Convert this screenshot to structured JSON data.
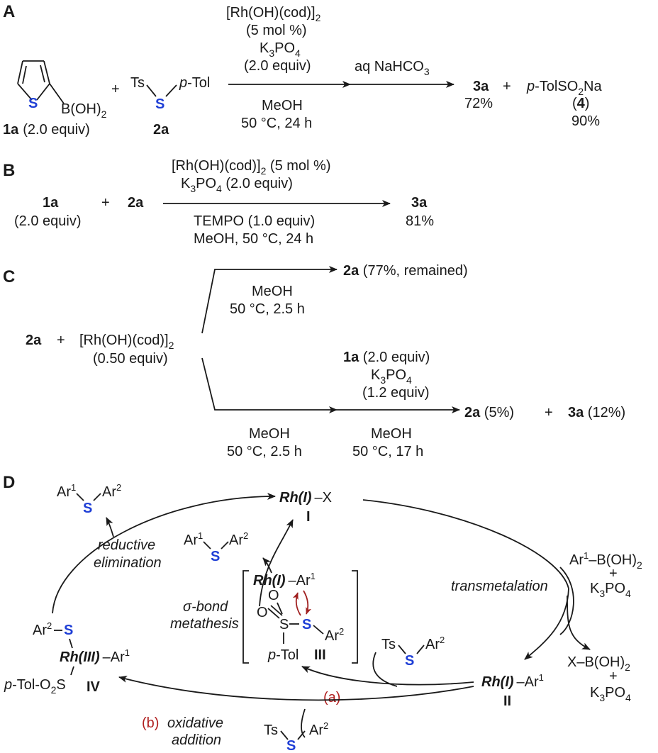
{
  "panels": {
    "a": "A",
    "b": "B",
    "c": "C",
    "d": "D"
  },
  "panel_a": {
    "reagent_1a": "1a",
    "reagent_1a_equiv": "(2.0 equiv)",
    "boronic_b": "B(OH)",
    "boronic_sub": "2",
    "ring_s": "S",
    "plus": "+",
    "ts": "Ts",
    "s": "S",
    "ptol": "p",
    "ptol_rest": "-Tol",
    "reagent_2a": "2a",
    "cat": "[Rh(OH)(cod)]",
    "cat_sub": "2",
    "cat_load": "(5 mol %)",
    "base": "K",
    "base_sub1": "3",
    "base_po": "PO",
    "base_sub2": "4",
    "base_equiv": "(2.0 equiv)",
    "solvent": "MeOH",
    "cond": "50 °C, 24 h",
    "workup": "aq NaHCO",
    "workup_sub": "3",
    "prod_3a": "3a",
    "prod_3a_yield": "72%",
    "prod_plus": "+",
    "prod_4_p": "p",
    "prod_4_rest": "-TolSO",
    "prod_4_sub": "2",
    "prod_4_na": "Na",
    "prod_4_label_open": "(",
    "prod_4_label": "4",
    "prod_4_label_close": ")",
    "prod_4_yield": "90%"
  },
  "panel_b": {
    "r1": "1a",
    "r1_equiv": "(2.0 equiv)",
    "plus": "+",
    "r2": "2a",
    "cat": "[Rh(OH)(cod)]",
    "cat_sub": "2",
    "cat_load": " (5 mol %)",
    "base": "K",
    "base_sub1": "3",
    "base_po": "PO",
    "base_sub2": "4",
    "base_equiv": " (2.0 equiv)",
    "additive": "TEMPO (1.0 equiv)",
    "cond": "MeOH, 50 °C, 24 h",
    "prod": "3a",
    "yield": "81%"
  },
  "panel_c": {
    "r1": "2a",
    "plus": "+",
    "cat": "[Rh(OH)(cod)]",
    "cat_sub": "2",
    "cat_equiv": "(0.50 equiv)",
    "upper_solvent": "MeOH",
    "upper_cond": "50 °C, 2.5 h",
    "upper_prod": "2a",
    "upper_result": " (77%, remained)",
    "lower_solvent": "MeOH",
    "lower_cond": "50 °C, 2.5 h",
    "second_reagent": "1a",
    "second_reagent_equiv": " (2.0 equiv)",
    "second_base": "K",
    "second_base_sub1": "3",
    "second_base_po": "PO",
    "second_base_sub2": "4",
    "second_base_equiv": "(1.2 equiv)",
    "second_solvent": "MeOH",
    "second_cond": "50 °C, 17 h",
    "lower_prod1": "2a",
    "lower_prod1_yield": " (5%)",
    "lower_plus": "+",
    "lower_prod2": "3a",
    "lower_prod2_yield": " (12%)"
  },
  "panel_d": {
    "rhI": "Rh(I)",
    "dash_x": "–X",
    "roman_I": "I",
    "ar": "Ar",
    "sup1": "1",
    "sup2": "2",
    "s": "S",
    "reductive": "reductive",
    "elimination": "elimination",
    "transmetalation": "transmetalation",
    "boron_reagent_b": "–B(OH)",
    "boron_sub": "2",
    "plus": "+",
    "k3po4_k": "K",
    "k3po4_3": "3",
    "k3po4_po": "PO",
    "k3po4_4": "4",
    "xb": "X–B(OH)",
    "xb_sub": "2",
    "rhI_ar1_dash": "–Ar",
    "roman_II": "II",
    "roman_III": "III",
    "roman_IV": "IV",
    "sigma": "σ",
    "sigma_rest": "-bond",
    "metathesis": "metathesis",
    "o": "O",
    "ptol_p": "p",
    "ptol_rest": "-Tol",
    "rhIII": "Rh(III)",
    "ptol_o2s": "-Tol-O",
    "ptol_o2s_sub": "2",
    "ptol_o2s_s": "S",
    "ts": "Ts",
    "path_a": "(a)",
    "path_b": "(b)",
    "oxidative": "oxidative",
    "addition": "addition"
  }
}
